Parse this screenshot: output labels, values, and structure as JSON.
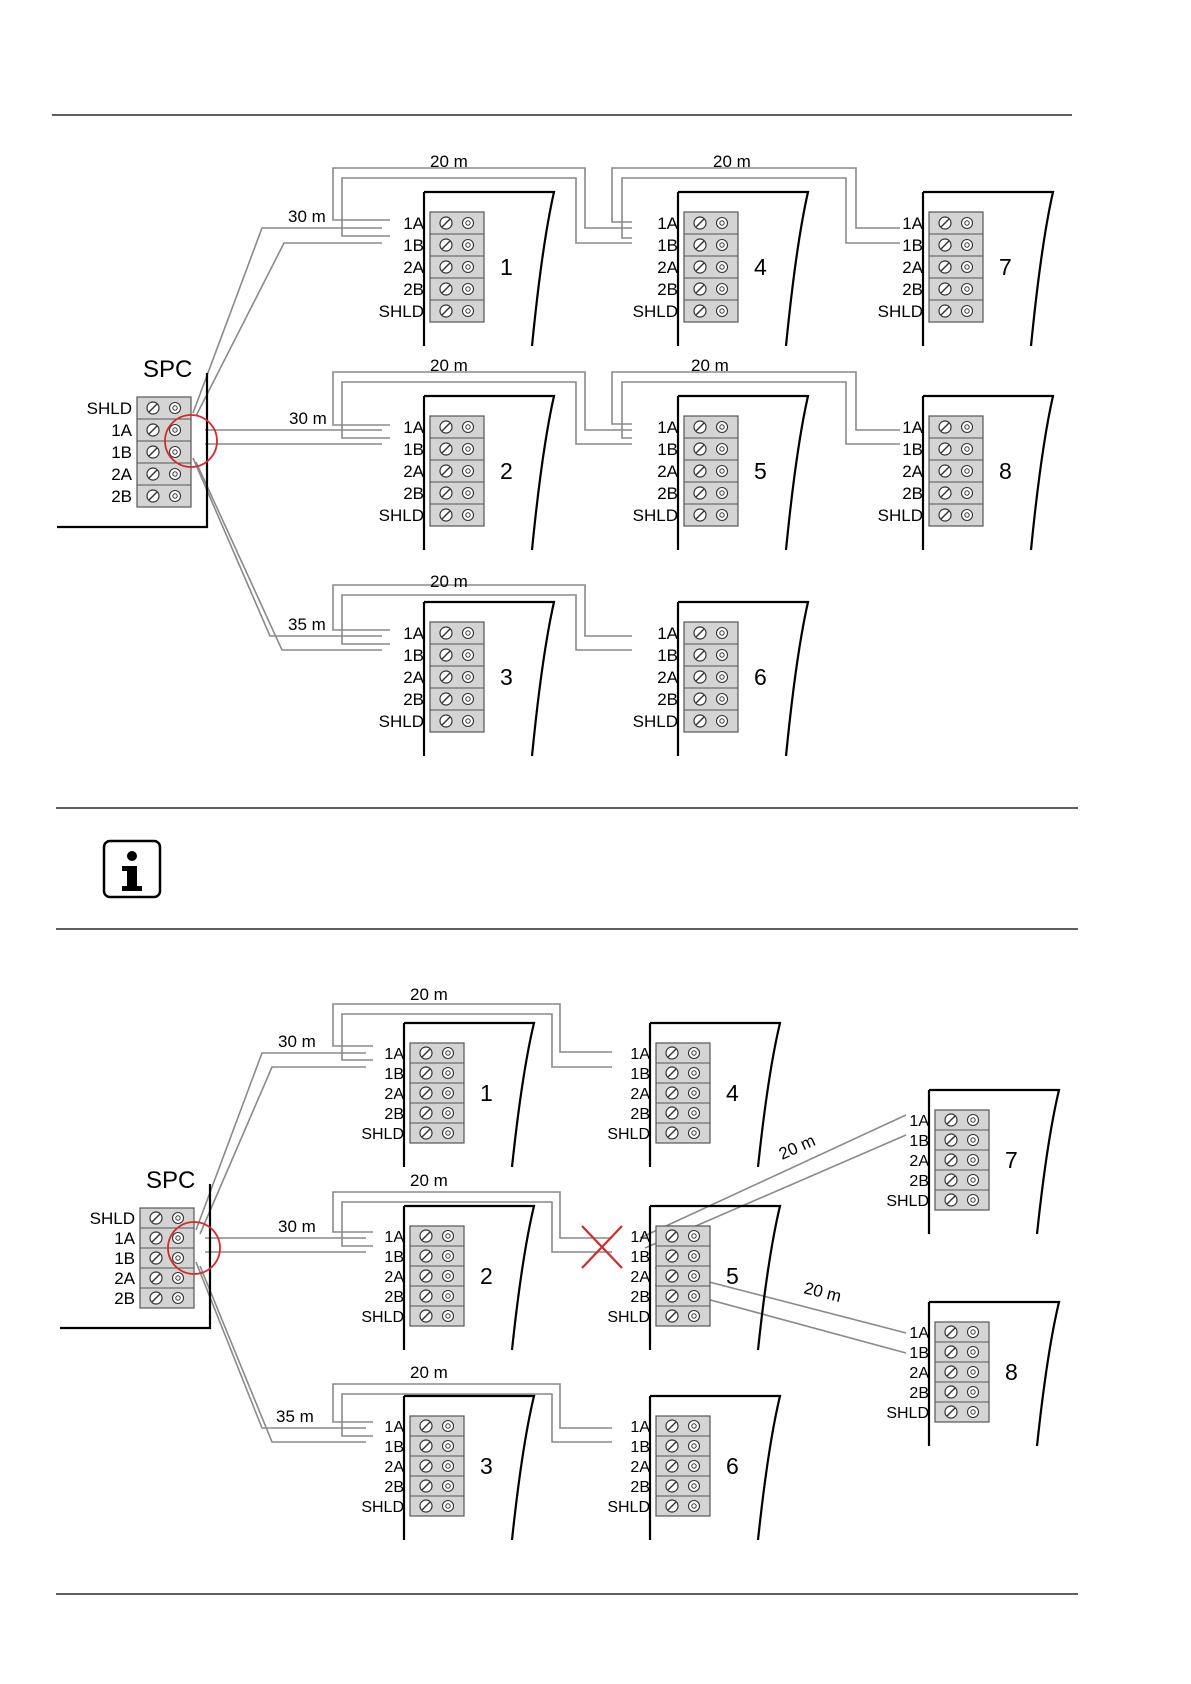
{
  "terminals": [
    "1A",
    "1B",
    "2A",
    "2B",
    "SHLD"
  ],
  "controller_terminals": [
    "SHLD",
    "1A",
    "1B",
    "2A",
    "2B"
  ],
  "colors": {
    "highlight": "#d22b2b",
    "wire": "#8a8a8a",
    "block": "#d4d4d4"
  },
  "diagram_top": {
    "controller": "SPC",
    "modules": [
      "1",
      "2",
      "3",
      "4",
      "5",
      "6",
      "7",
      "8"
    ],
    "distances": {
      "spc_to_1": "30 m",
      "spc_to_2": "30 m",
      "spc_to_3": "35 m",
      "m1_to_4": "20 m",
      "m4_to_7": "20 m",
      "m2_to_5": "20 m",
      "m5_to_8": "20 m",
      "m3_to_6": "20 m"
    }
  },
  "info_note": {
    "icon": "info-icon"
  },
  "diagram_bottom": {
    "controller": "SPC",
    "modules": [
      "1",
      "2",
      "3",
      "4",
      "5",
      "6",
      "7",
      "8"
    ],
    "distances": {
      "spc_to_1": "30 m",
      "spc_to_2": "30 m",
      "spc_to_3": "35 m",
      "m1_to_4": "20 m",
      "m2_to_5": "20 m",
      "m3_to_6": "20 m",
      "m5_to_7": "20 m",
      "m5_to_8": "20 m"
    },
    "invalid_marker": "cross-icon"
  }
}
